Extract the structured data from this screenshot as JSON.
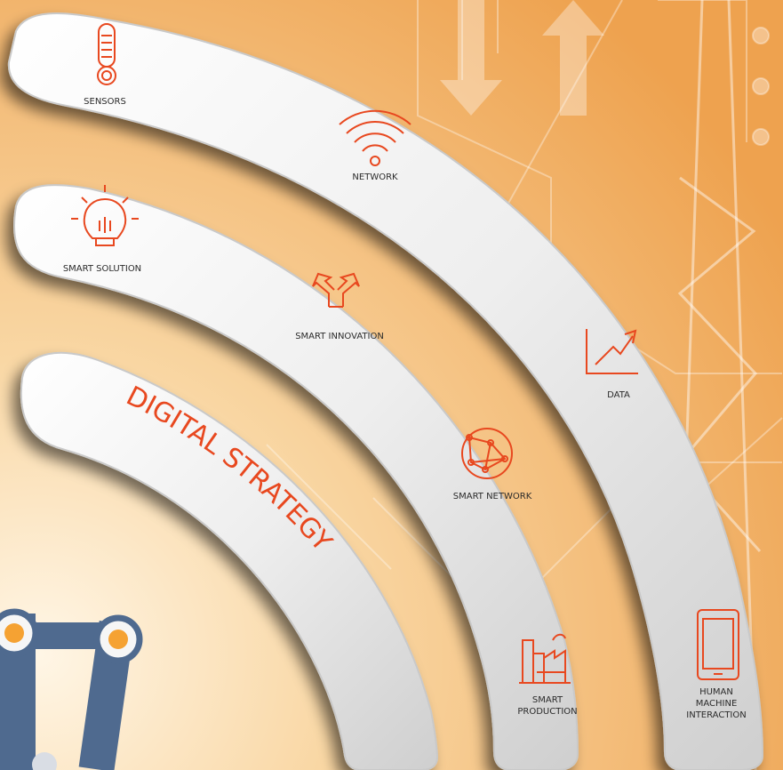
{
  "title": "DIGITAL STRATEGY",
  "outer_arc": {
    "items": [
      {
        "label": "SENSORS",
        "icon": "thermometer-icon"
      },
      {
        "label": "NETWORK",
        "icon": "wifi-icon"
      },
      {
        "label": "DATA",
        "icon": "growth-chart-icon"
      },
      {
        "label": "HUMAN MACHINE\nINTERACTION",
        "icon": "tablet-icon"
      }
    ]
  },
  "middle_arc": {
    "items": [
      {
        "label": "SMART SOLUTION",
        "icon": "lightbulb-icon"
      },
      {
        "label": "SMART INNOVATION",
        "icon": "split-arrows-icon"
      },
      {
        "label": "SMART NETWORK",
        "icon": "globe-network-icon"
      },
      {
        "label": "SMART\nPRODUCTION",
        "icon": "factory-icon"
      }
    ]
  },
  "colors": {
    "accent": "#e8481f",
    "background_light": "#f7c98a",
    "background_dark": "#e8933a",
    "band": "#f2f2f2",
    "robot_blue": "#4f6a8f"
  }
}
